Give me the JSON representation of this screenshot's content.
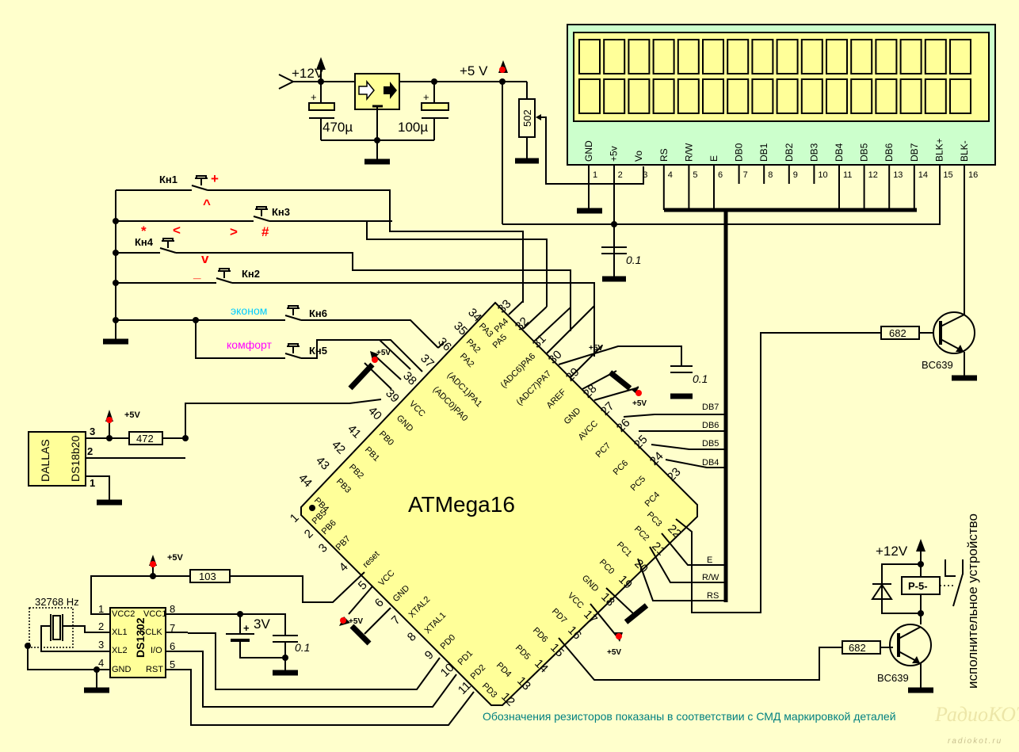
{
  "colors": {
    "background": "#ffffcc",
    "chip_fill": "#ffff99",
    "lcd_frame": "#ccffcc",
    "lcd_cell": "#ffff99",
    "power_marker": "#ff0000",
    "note_text": "#008080",
    "label_econom": "#00ccff",
    "label_comfort": "#ff00ff",
    "key_symbols": "#ff0000"
  },
  "power": {
    "input_label": "+12V",
    "output_label": "+5 V",
    "cap_in": "470µ",
    "cap_out": "100µ",
    "trimmer": "502",
    "plus": "+"
  },
  "lcd": {
    "rows": 2,
    "cols": 16,
    "pins": [
      {
        "name": "GND",
        "num": "1"
      },
      {
        "name": "+5v",
        "num": "2"
      },
      {
        "name": "Vo",
        "num": "3"
      },
      {
        "name": "RS",
        "num": "4"
      },
      {
        "name": "R/W",
        "num": "5"
      },
      {
        "name": "E",
        "num": "6"
      },
      {
        "name": "DB0",
        "num": "7"
      },
      {
        "name": "DB1",
        "num": "8"
      },
      {
        "name": "DB2",
        "num": "9"
      },
      {
        "name": "DB3",
        "num": "10"
      },
      {
        "name": "DB4",
        "num": "11"
      },
      {
        "name": "DB5",
        "num": "12"
      },
      {
        "name": "DB6",
        "num": "13"
      },
      {
        "name": "DB7",
        "num": "14"
      },
      {
        "name": "BLK+",
        "num": "15"
      },
      {
        "name": "BLK-",
        "num": "16"
      }
    ],
    "decoupling_cap": "0.1"
  },
  "buttons": [
    {
      "id": "Кн1",
      "symbol": "+"
    },
    {
      "id": "Кн3",
      "symbol": "#"
    },
    {
      "id": "Кн4",
      "symbol": "*"
    },
    {
      "id": "Кн2",
      "symbol": "_"
    },
    {
      "id": "Кн6",
      "label": "эконом"
    },
    {
      "id": "Кн5",
      "label": "комфорт"
    }
  ],
  "arrow_symbols": {
    "up": "^",
    "left": "<",
    "right": ">",
    "down": "v"
  },
  "mcu": {
    "name": "ATMega16",
    "pins_top_left": [
      {
        "num": "33",
        "name": "PA4"
      },
      {
        "num": "34",
        "name": "PA3"
      },
      {
        "num": "35",
        "name": "PA2"
      },
      {
        "num": "36",
        "name": "PA2"
      },
      {
        "num": "37",
        "name": "(ADC1)PA1"
      },
      {
        "num": "38",
        "name": "(ADC0)PA0"
      },
      {
        "num": "39",
        "name": "VCC"
      },
      {
        "num": "40",
        "name": "GND"
      }
    ],
    "labels": {
      "pa3": "PA3",
      "pa4": "PA4",
      "pa2": "PA2",
      "pa1": "(ADC1)PA1",
      "pa0": "(ADC0)PA0",
      "vcc_top": "VCC",
      "gnd_top": "GND",
      "pa5": "PA5",
      "pa6": "(ADC6)PA6",
      "pa7": "(ADC7)PA7",
      "aref": "AREF",
      "gnd_r": "GND",
      "avcc": "AVCC",
      "pc7": "PC7",
      "pc6": "PC6",
      "pc5": "PC5",
      "pc4": "PC4",
      "pc3": "PC3",
      "pc2": "PC2",
      "pc1": "PC1",
      "pc0": "PC0",
      "gnd_br": "GND",
      "vcc_br": "VCC",
      "pd7": "PD7",
      "pd6": "PD6",
      "pd5": "PD5",
      "pd4": "PD4",
      "pd3": "PD3",
      "pd2": "PD2",
      "pd1": "PD1",
      "pd0": "PD0",
      "xtal1": "XTAL1",
      "xtal2": "XTAL2",
      "gnd_bl": "GND",
      "vcc_bl": "VCC",
      "reset": "reset",
      "pb7": "PB7",
      "pb6": "PB6",
      "pb5": "PB5",
      "pb4": "PB4",
      "pb3": "PB3",
      "pb2": "PB2",
      "pb1": "PB1",
      "pb0": "PB0"
    },
    "pin_numbers": [
      "1",
      "2",
      "3",
      "4",
      "5",
      "6",
      "7",
      "8",
      "9",
      "10",
      "11",
      "12",
      "13",
      "14",
      "15",
      "16",
      "17",
      "18",
      "19",
      "20",
      "21",
      "22",
      "23",
      "24",
      "25",
      "26",
      "27",
      "28",
      "29",
      "30",
      "31",
      "32",
      "33",
      "34",
      "35",
      "36",
      "37",
      "38",
      "39",
      "40",
      "41",
      "42",
      "43",
      "44"
    ]
  },
  "nets": {
    "db7": "DB7",
    "db6": "DB6",
    "db5": "DB5",
    "db4": "DB4",
    "e": "E",
    "rw": "R/W",
    "rs": "RS"
  },
  "plus5": "+5V",
  "aref_cap": "0.1",
  "sensor": {
    "maker": "DALLAS",
    "model": "DS18b20",
    "pull_up": "472",
    "pins": [
      "3",
      "2",
      "1"
    ]
  },
  "rtc": {
    "model": "DS1302",
    "crystal": "32768 Hz",
    "pull_up": "103",
    "battery": "3V",
    "cap": "0.1",
    "pins": [
      {
        "num": "1",
        "name": "VCC2"
      },
      {
        "num": "2",
        "name": "XL1"
      },
      {
        "num": "3",
        "name": "XL2"
      },
      {
        "num": "4",
        "name": "GND"
      },
      {
        "num": "8",
        "name": "VCC1"
      },
      {
        "num": "7",
        "name": "SCLK"
      },
      {
        "num": "6",
        "name": "I/O"
      },
      {
        "num": "5",
        "name": "RST"
      }
    ]
  },
  "backlight": {
    "resistor": "682",
    "transistor": "BC639"
  },
  "relay_driver": {
    "resistor": "682",
    "transistor": "BC639",
    "relay": "P-5-",
    "supply": "+12V",
    "load_label": "исполнительное устройство"
  },
  "note": "Обозначения резисторов показаны в соответствии с СМД маркировкой деталей",
  "watermark": {
    "logo": "РадиоКОТ",
    "url": "radiokot.ru"
  }
}
